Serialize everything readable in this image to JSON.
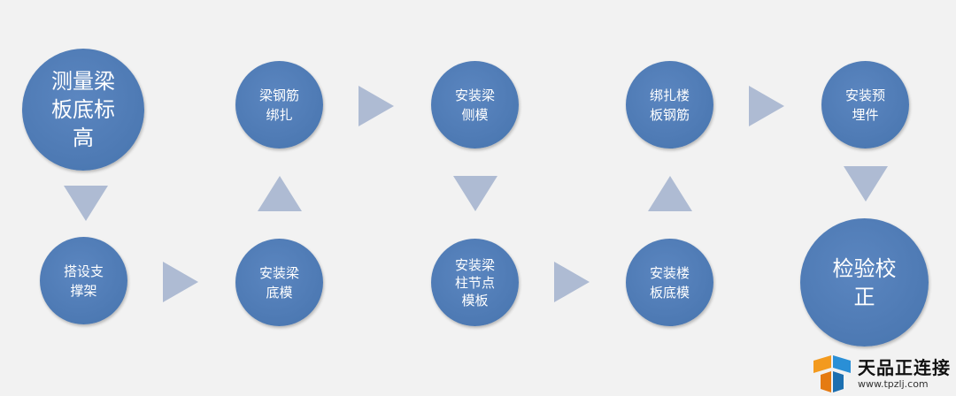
{
  "nodes": [
    {
      "id": "measure",
      "label": "测量梁\n板底标\n高"
    },
    {
      "id": "support",
      "label": "搭设支\n撑架"
    },
    {
      "id": "bottom",
      "label": "安装梁\n底模"
    },
    {
      "id": "rebar",
      "label": "梁钢筋\n绑扎"
    },
    {
      "id": "side",
      "label": "安装梁\n侧模"
    },
    {
      "id": "joint",
      "label": "安装梁\n柱节点\n模板"
    },
    {
      "id": "slab",
      "label": "安装楼\n板底模"
    },
    {
      "id": "slabrebar",
      "label": "绑扎楼\n板钢筋"
    },
    {
      "id": "embed",
      "label": "安装预\n埋件"
    },
    {
      "id": "check",
      "label": "检验校\n正"
    }
  ],
  "watermark": {
    "title": "天品正连接",
    "url": "www.tpzlj.com"
  },
  "colors": {
    "node": "#4f7bb5",
    "arrow": "#aebbd3",
    "background": "#f2f2f2"
  }
}
